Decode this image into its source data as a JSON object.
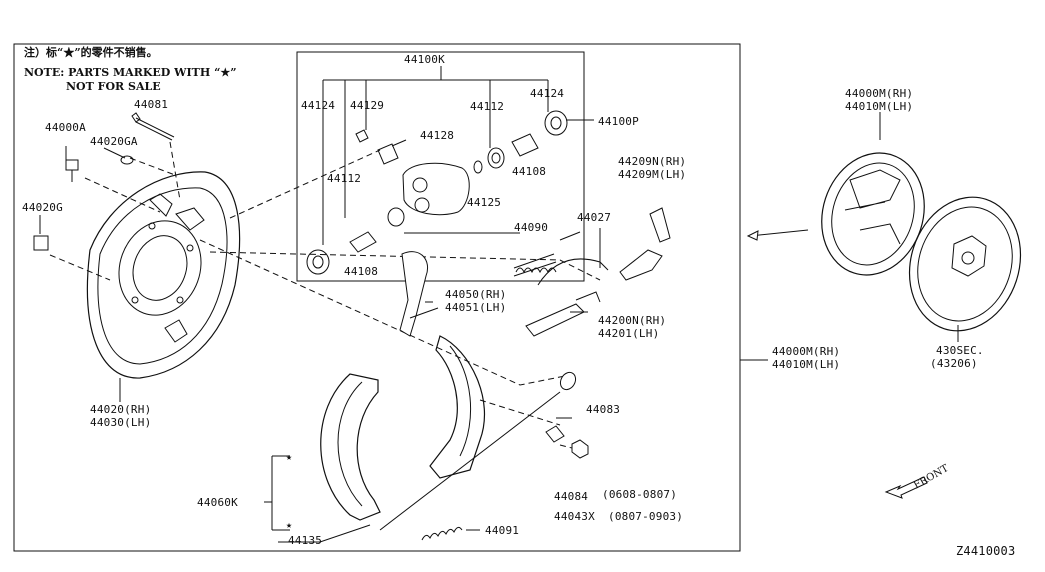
{
  "notes": {
    "line1": "注）标“★”的零件不销售。",
    "line2": "NOTE: PARTS MARKED WITH “★”",
    "line3": "NOT FOR SALE"
  },
  "labels": {
    "p44081": "44081",
    "p44000A": "44000A",
    "p44020GA": "44020GA",
    "p44020G": "44020G",
    "p44020": "44020(RH)",
    "p44030": "44030(LH)",
    "p44100K": "44100K",
    "p44124a": "44124",
    "p44129": "44129",
    "p44128": "44128",
    "p44112a": "44112",
    "p44124b": "44124",
    "p44100P": "44100P",
    "p44112b": "44112",
    "p44108a": "44108",
    "p44125": "44125",
    "p44108b": "44108",
    "p44209N": "44209N(RH)",
    "p44209M": "44209M(LH)",
    "p44027": "44027",
    "p44090": "44090",
    "p44050": "44050(RH)",
    "p44051": "44051(LH)",
    "p44200N": "44200N(RH)",
    "p44201": "44201(LH)",
    "p44000Ma": "44000M(RH)",
    "p44010Ma": "44010M(LH)",
    "p44000Mb": "44000M(RH)",
    "p44010Mb": "44010M(LH)",
    "p430SEC": "430SEC.",
    "p43206": "(43206)",
    "p44083": "44083",
    "p44084": "44084",
    "p0608": "(0608-0807)",
    "p44043X": "44043X",
    "p0807": "(0807-0903)",
    "p44060K": "44060K",
    "p44135": "44135",
    "p44091": "44091",
    "front": "FRONT",
    "diagram_id": "Z4410003"
  },
  "icons": {
    "star": "★",
    "front_arrow": "front-arrow-icon"
  }
}
